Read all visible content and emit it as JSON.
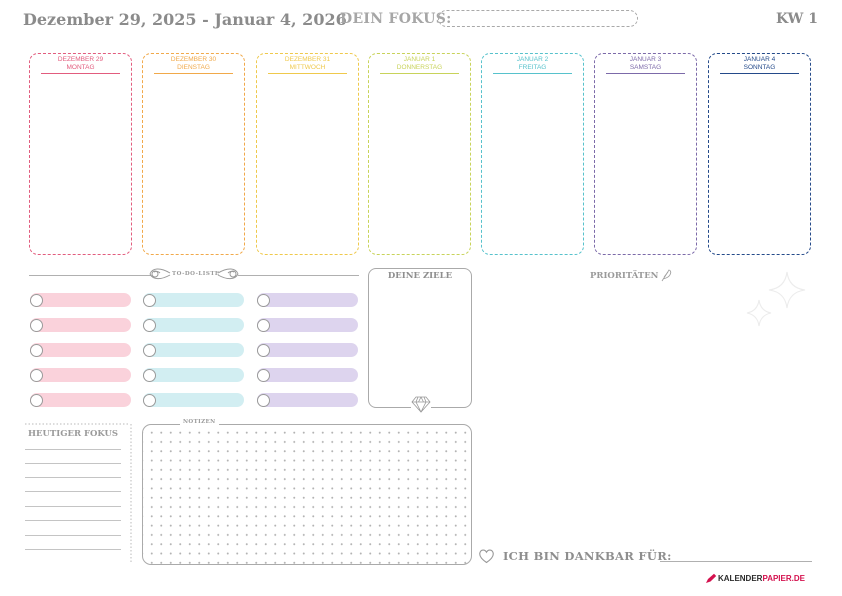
{
  "header": {
    "date_range": "Dezember 29, 2025 - Januar 4, 2026",
    "focus_label": "DEIN FOKUS:",
    "focus_value": "",
    "week": "KW 1"
  },
  "days": [
    {
      "date": "DEZEMBER 29",
      "weekday": "MONTAG",
      "color": "#e25c7e"
    },
    {
      "date": "DEZEMBER 30",
      "weekday": "DIENSTAG",
      "color": "#f1a94a"
    },
    {
      "date": "DEZEMBER 31",
      "weekday": "MITTWOCH",
      "color": "#efc94c"
    },
    {
      "date": "JANUAR 1",
      "weekday": "DONNERSTAG",
      "color": "#c8d35a"
    },
    {
      "date": "JANUAR 2",
      "weekday": "FREITAG",
      "color": "#57c2cc"
    },
    {
      "date": "JANUAR 3",
      "weekday": "SAMSTAG",
      "color": "#7c6aa9"
    },
    {
      "date": "JANUAR 4",
      "weekday": "SONNTAG",
      "color": "#244a8a"
    }
  ],
  "todo": {
    "label": "TO-DO-LISTE",
    "column_colors": [
      "#fad2db",
      "#d2eef2",
      "#ddd4ee"
    ]
  },
  "goals": {
    "title": "DEINE ZIELE",
    "icon": "diamond-icon"
  },
  "priorities": {
    "title": "PRIORITÄTEN",
    "icon": "feather-icon"
  },
  "today_focus": {
    "title": "HEUTIGER FOKUS"
  },
  "notes": {
    "label": "NOTIZEN"
  },
  "gratitude": {
    "label": "ICH BIN DANKBAR FÜR:",
    "icon": "heart-icon"
  },
  "brand": {
    "name": "KALENDER",
    "accent": "PAPIER.DE",
    "icon": "pen-icon"
  }
}
